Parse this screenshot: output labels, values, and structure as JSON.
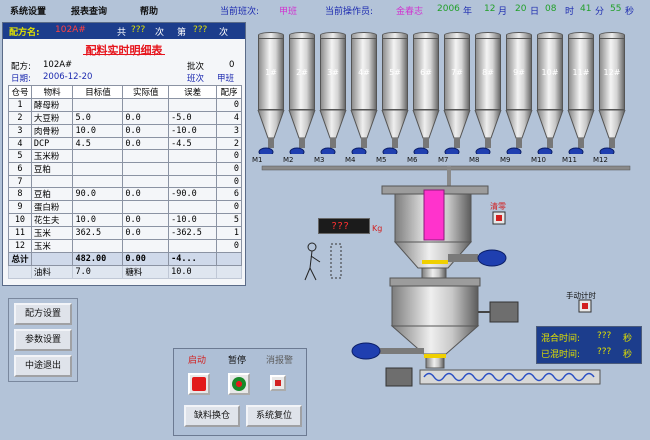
{
  "menu": [
    "系统设置",
    "报表查询",
    "帮助"
  ],
  "status": {
    "shift_label": "当前班次:",
    "shift_value": "甲班",
    "operator_label": "当前操作员:",
    "operator_value": "金春志",
    "date": {
      "year": "2006",
      "year_unit": "年",
      "month": "12",
      "month_unit": "月",
      "day": "20",
      "day_unit": "日",
      "hour": "08",
      "hour_unit": "时",
      "minute": "41",
      "minute_unit": "分",
      "second": "55",
      "second_unit": "秒"
    }
  },
  "recipe": {
    "name_label": "配方名:",
    "name_value": "102A#",
    "total_prefix": "共",
    "total_value": "???",
    "total_suffix": "次",
    "current_prefix": "第",
    "current_value": "???",
    "current_suffix": "次",
    "table_title": "配料实时明细表",
    "formula_label": "配方:",
    "formula_value": "102A#",
    "batch_label": "批次",
    "batch_value": "0",
    "date_label": "日期:",
    "date_value": "2006-12-20",
    "shift_label": "班次",
    "shift_value": "甲班",
    "columns": [
      "仓号",
      "物料",
      "目标值",
      "实际值",
      "误差",
      "配序"
    ],
    "rows": [
      [
        "1",
        "酵母粉",
        "",
        "",
        "",
        "0"
      ],
      [
        "2",
        "大豆粉",
        "5.0",
        "0.0",
        "-5.0",
        "4"
      ],
      [
        "3",
        "肉骨粉",
        "10.0",
        "0.0",
        "-10.0",
        "3"
      ],
      [
        "4",
        "DCP",
        "4.5",
        "0.0",
        "-4.5",
        "2"
      ],
      [
        "5",
        "玉米粉",
        "",
        "",
        "",
        "0"
      ],
      [
        "6",
        "豆粕",
        "",
        "",
        "",
        "0"
      ],
      [
        "7",
        "",
        "",
        "",
        "",
        "0"
      ],
      [
        "8",
        "豆粕",
        "90.0",
        "0.0",
        "-90.0",
        "6"
      ],
      [
        "9",
        "蛋白粉",
        "",
        "",
        "",
        "0"
      ],
      [
        "10",
        "花生夫",
        "10.0",
        "0.0",
        "-10.0",
        "5"
      ],
      [
        "11",
        "玉米",
        "362.5",
        "0.0",
        "-362.5",
        "1"
      ],
      [
        "12",
        "玉米",
        "",
        "",
        "",
        "0"
      ]
    ],
    "total_row": [
      "总计",
      "",
      "482.00",
      "0.00",
      "-4...",
      ""
    ],
    "foot_row": [
      "",
      "油料",
      "7.0",
      "糖料",
      "10.0",
      ""
    ]
  },
  "left_buttons": [
    "配方设置",
    "参数设置",
    "中途退出"
  ],
  "silos": [
    "1#",
    "2#",
    "3#",
    "4#",
    "5#",
    "6#",
    "7#",
    "8#",
    "9#",
    "10#",
    "11#",
    "12#"
  ],
  "motors": [
    "M1",
    "M2",
    "M3",
    "M4",
    "M5",
    "M6",
    "M7",
    "M8",
    "M9",
    "M10",
    "M11",
    "M12"
  ],
  "scale_display": "???",
  "scale_unit": "Kg",
  "clear_label": "清零",
  "manual_timer_label": "手动计时",
  "timer": {
    "mix_label": "混合时间:",
    "mix_value": "???",
    "mix_unit": "秒",
    "elapsed_label": "已混时间:",
    "elapsed_value": "???",
    "elapsed_unit": "秒"
  },
  "control": {
    "start_label": "启动",
    "pause_label": "暂停",
    "alarm_label": "消报警",
    "shortage_button": "缺料换仓",
    "reset_button": "系统复位"
  },
  "colors": {
    "background": "#b3c3d8",
    "header_blue": "#1c3d8c",
    "title_red": "#e6141c",
    "status_green": "#22b22a",
    "hopper_magenta": "#ff33cc",
    "label_yellow": "#e0e000",
    "value_yellow": "#f0f000",
    "name_red": "#ff3b3b"
  }
}
